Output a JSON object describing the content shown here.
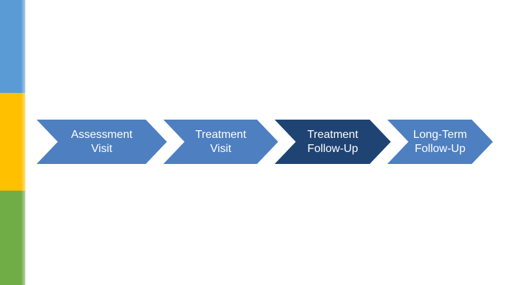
{
  "slide": {
    "background_color": "#ffffff",
    "accent_bar": {
      "segments": [
        {
          "name": "blue-block",
          "color": "#5b9bd5"
        },
        {
          "name": "yellow-block",
          "color": "#ffc000"
        },
        {
          "name": "green-block",
          "color": "#70ad47"
        }
      ]
    },
    "process_flow": {
      "type": "chevron-process",
      "steps": [
        {
          "label": "Assessment\nVisit",
          "fill": "#4e7fc0",
          "text_color": "#ffffff"
        },
        {
          "label": "Treatment\nVisit",
          "fill": "#4e7fc0",
          "text_color": "#ffffff"
        },
        {
          "label": "Treatment\nFollow-Up",
          "fill": "#1f4373",
          "text_color": "#ffffff"
        },
        {
          "label": "Long-Term\nFollow-Up",
          "fill": "#4e7fc0",
          "text_color": "#ffffff"
        }
      ]
    }
  }
}
